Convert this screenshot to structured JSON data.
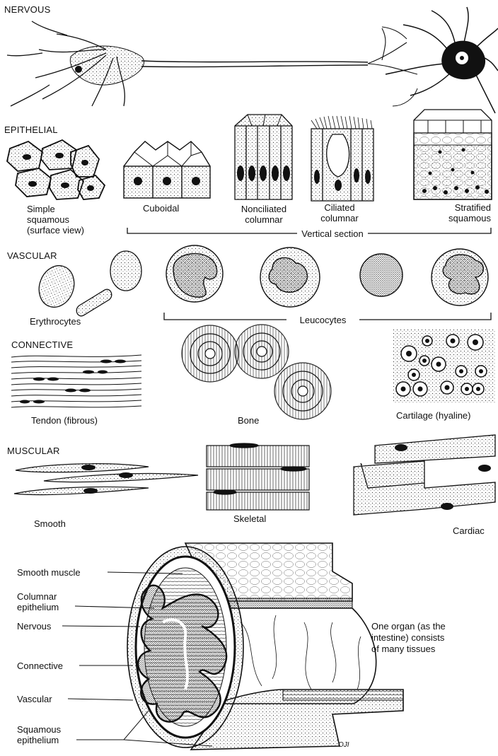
{
  "sections": {
    "nervous": "NERVOUS",
    "epithelial": "EPITHELIAL",
    "vascular": "VASCULAR",
    "connective": "CONNECTIVE",
    "muscular": "MUSCULAR"
  },
  "epithelial": {
    "simple_squamous": [
      "Simple",
      "squamous",
      "(surface view)"
    ],
    "cuboidal": "Cuboidal",
    "nonciliated_columnar": [
      "Nonciliated",
      "columnar"
    ],
    "ciliated_columnar": [
      "Ciliated",
      "columnar"
    ],
    "stratified_squamous": [
      "Stratified",
      "squamous"
    ],
    "vertical_section": "Vertical section"
  },
  "vascular": {
    "erythrocytes": "Erythrocytes",
    "leucocytes": "Leucocytes"
  },
  "connective": {
    "tendon": "Tendon (fibrous)",
    "bone": "Bone",
    "cartilage": "Cartilage (hyaline)"
  },
  "muscular": {
    "smooth": "Smooth",
    "skeletal": "Skeletal",
    "cardiac": "Cardiac"
  },
  "organ": {
    "smooth_muscle": "Smooth muscle",
    "columnar_epithelium": [
      "Columnar",
      "epithelium"
    ],
    "nervous": "Nervous",
    "connective": "Connective",
    "vascular": "Vascular",
    "squamous_epithelium": [
      "Squamous",
      "epithelium"
    ],
    "caption": [
      "One organ (as the",
      "intestine) consists",
      "of many tissues"
    ],
    "signature": "OJI"
  }
}
